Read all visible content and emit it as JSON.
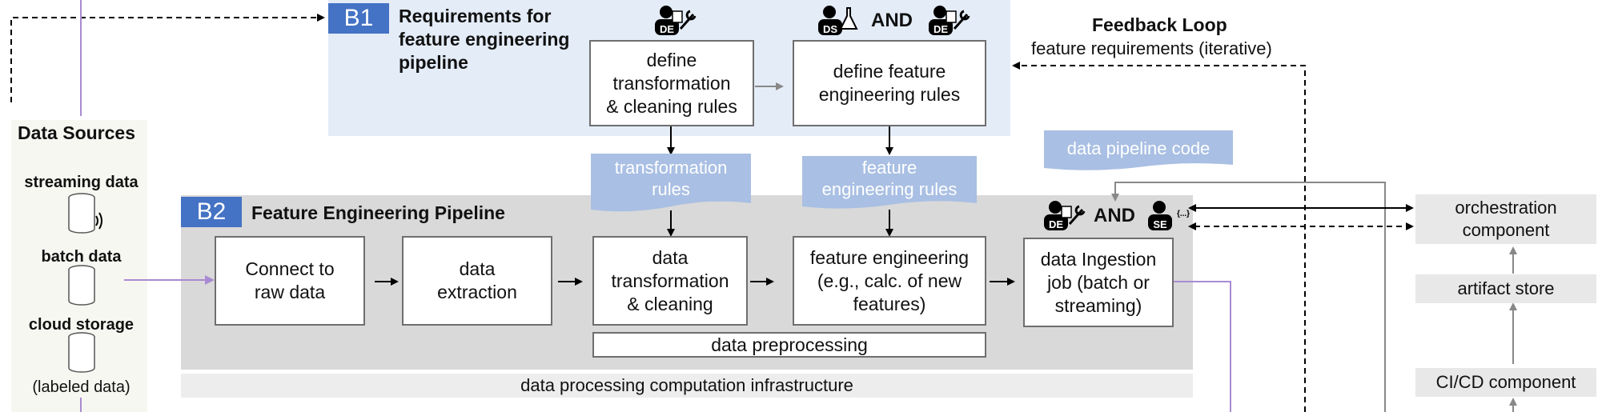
{
  "b1": {
    "tag": "B1",
    "title": "Requirements for\nfeature engineering\npipeline",
    "define_transformation": "define\ntransformation\n& cleaning rules",
    "define_feature": "define feature\nengineering rules",
    "and_label": "AND",
    "roles": [
      "DE",
      "DS",
      "DE"
    ]
  },
  "feedback": {
    "title": "Feedback Loop",
    "subtitle": "feature requirements (iterative)"
  },
  "docs": {
    "transformation_rules": "transformation\nrules",
    "feature_engineering_rules": "feature\nengineering rules",
    "data_pipeline_code": "data pipeline code"
  },
  "b2": {
    "tag": "B2",
    "title": "Feature Engineering Pipeline",
    "steps": [
      "Connect to\nraw data",
      "data\nextraction",
      "data\ntransformation\n& cleaning",
      "feature engineering\n(e.g., calc. of new\nfeatures)",
      "data Ingestion\njob (batch or\nstreaming)"
    ],
    "preprocessing": "data preprocessing",
    "infrastructure": "data processing computation infrastructure",
    "and_label": "AND",
    "roles": [
      "DE",
      "SE"
    ],
    "se_badge": "{...}"
  },
  "sources": {
    "title": "Data Sources",
    "items": [
      "streaming data",
      "batch data",
      "cloud storage"
    ],
    "note": "(labeled data)"
  },
  "right": {
    "orchestration": "orchestration\ncomponent",
    "artifact": "artifact store",
    "cicd": "CI/CD component"
  },
  "colors": {
    "accent": "#4472c4",
    "doc_fill": "#a9bfe3",
    "b1_bg": "#e4ecf8",
    "b2_bg": "#d9d9d9",
    "purple_line": "#a98bd1"
  }
}
